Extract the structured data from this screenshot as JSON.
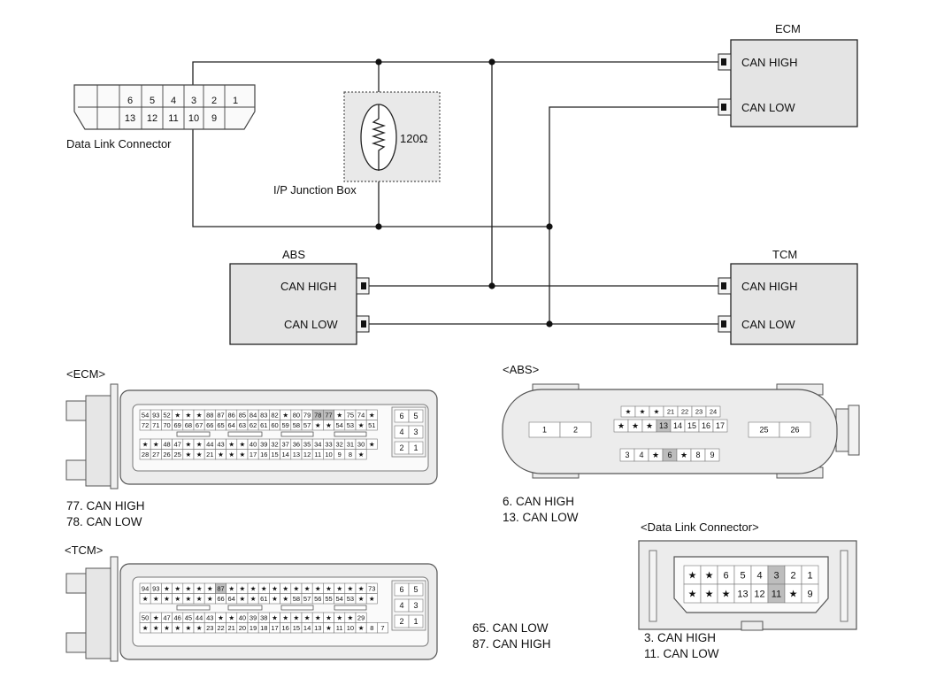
{
  "dlc_label": "Data Link Connector",
  "dlc_pins_top": [
    "",
    "",
    "6",
    "5",
    "4",
    "3",
    "2",
    "1"
  ],
  "dlc_pins_bottom": [
    "",
    "",
    "13",
    "12",
    "11",
    "10",
    "9"
  ],
  "junction_box_label": "I/P Junction Box",
  "resistor_value": "120Ω",
  "ecm": {
    "title": "ECM",
    "can_high": "CAN HIGH",
    "can_low": "CAN LOW"
  },
  "abs": {
    "title": "ABS",
    "can_high": "CAN HIGH",
    "can_low": "CAN LOW"
  },
  "tcm": {
    "title": "TCM",
    "can_high": "CAN HIGH",
    "can_low": "CAN LOW"
  },
  "ecm_connector": {
    "heading": "<ECM>",
    "row1": [
      "54",
      "93",
      "52",
      "★",
      "★",
      "★",
      "88",
      "87",
      "86",
      "85",
      "84",
      "83",
      "82",
      "★",
      "80",
      "79",
      "78",
      "77",
      "★",
      "75",
      "74",
      "★"
    ],
    "row2": [
      "72",
      "71",
      "70",
      "69",
      "68",
      "67",
      "66",
      "65",
      "64",
      "63",
      "62",
      "61",
      "60",
      "59",
      "58",
      "57",
      "★",
      "★",
      "54",
      "53",
      "★",
      "51"
    ],
    "row3": [
      "★",
      "★",
      "48",
      "47",
      "★",
      "★",
      "44",
      "43",
      "★",
      "★",
      "40",
      "39",
      "32",
      "37",
      "36",
      "35",
      "34",
      "33",
      "32",
      "31",
      "30",
      "★"
    ],
    "row4": [
      "28",
      "27",
      "26",
      "25",
      "★",
      "★",
      "21",
      "★",
      "★",
      "★",
      "17",
      "16",
      "15",
      "14",
      "13",
      "12",
      "11",
      "10",
      "9",
      "8",
      "★"
    ],
    "side_top": [
      "6",
      "5"
    ],
    "side_mid": [
      "4",
      "3"
    ],
    "side_bot": [
      "2",
      "1"
    ],
    "notes": [
      "77. CAN HIGH",
      "78. CAN LOW"
    ]
  },
  "tcm_connector": {
    "heading": "<TCM>",
    "row1": [
      "94",
      "93",
      "★",
      "★",
      "★",
      "★",
      "★",
      "87",
      "★",
      "★",
      "★",
      "★",
      "★",
      "★",
      "★",
      "★",
      "★",
      "★",
      "★",
      "★",
      "★",
      "73"
    ],
    "row2": [
      "★",
      "★",
      "★",
      "★",
      "★",
      "★",
      "★",
      "66",
      "64",
      "★",
      "★",
      "61",
      "★",
      "★",
      "58",
      "57",
      "56",
      "55",
      "54",
      "53",
      "★",
      "★"
    ],
    "row3": [
      "50",
      "★",
      "47",
      "46",
      "45",
      "44",
      "43",
      "★",
      "★",
      "40",
      "39",
      "38",
      "★",
      "★",
      "★",
      "★",
      "★",
      "★",
      "★",
      "★",
      "29"
    ],
    "row4": [
      "★",
      "★",
      "★",
      "★",
      "★",
      "★",
      "23",
      "22",
      "21",
      "20",
      "19",
      "18",
      "17",
      "16",
      "15",
      "14",
      "13",
      "★",
      "11",
      "10",
      "★",
      "8",
      "7"
    ],
    "side_top": [
      "6",
      "5"
    ],
    "side_mid": [
      "4",
      "3"
    ],
    "side_bot": [
      "2",
      "1"
    ],
    "notes": [
      "65. CAN LOW",
      "87. CAN HIGH"
    ]
  },
  "abs_connector": {
    "heading": "<ABS>",
    "left_pins": [
      "1",
      "2"
    ],
    "top_row": [
      "★",
      "★",
      "★",
      "21",
      "22",
      "23",
      "24"
    ],
    "mid_row": [
      "★",
      "★",
      "★",
      "13",
      "14",
      "15",
      "16",
      "17"
    ],
    "bot_row": [
      "3",
      "4",
      "★",
      "6",
      "★",
      "8",
      "9"
    ],
    "right_pins": [
      "25",
      "26"
    ],
    "notes": [
      "6. CAN HIGH",
      "13. CAN LOW"
    ]
  },
  "dlc_connector": {
    "heading": "<Data Link Connector>",
    "row1": [
      "★",
      "★",
      "6",
      "5",
      "4",
      "3",
      "2",
      "1"
    ],
    "row2": [
      "★",
      "★",
      "★",
      "13",
      "12",
      "11",
      "★",
      "9"
    ],
    "notes": [
      "3. CAN HIGH",
      "11. CAN LOW"
    ]
  },
  "colors": {
    "module_fill": "#e4e4e4",
    "highlight": "#bdbdbd",
    "line": "#222222"
  }
}
